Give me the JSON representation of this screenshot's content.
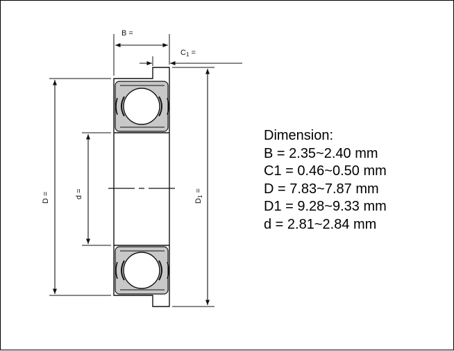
{
  "drawing_labels": {
    "b": "B =",
    "c1_main": "C",
    "c1_sub": "1",
    "c1_eq": " =",
    "d_outer": "D =",
    "d_bore": "d =",
    "d1_main": "D",
    "d1_sub": "1",
    "d1_eq": " ="
  },
  "specs": {
    "heading": "Dimension:",
    "lines": [
      "B = 2.35~2.40 mm",
      "C1 = 0.46~0.50 mm",
      "D = 7.83~7.87 mm",
      "D1 = 9.28~9.33 mm",
      "d = 2.81~2.84 mm"
    ]
  },
  "colors": {
    "line": "#111111",
    "shield": "#c8c8c8",
    "ball": "#ffffff"
  }
}
